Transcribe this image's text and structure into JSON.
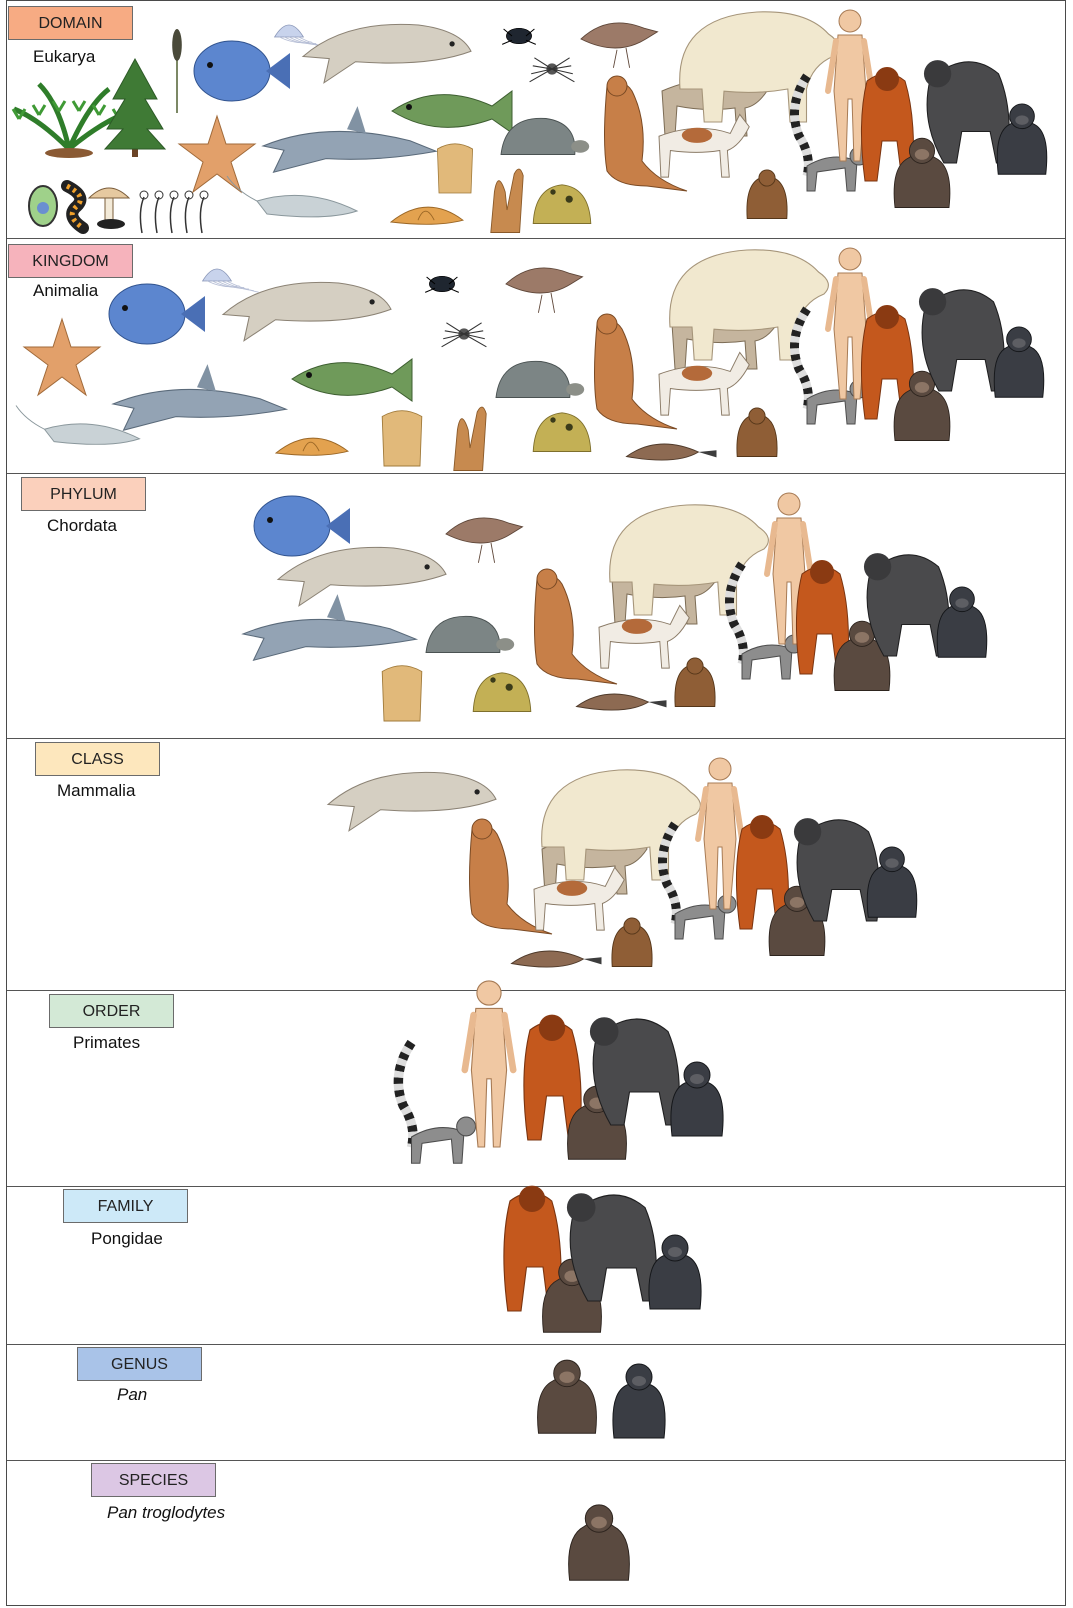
{
  "ranks": [
    {
      "id": "domain",
      "label": "DOMAIN",
      "taxon": "Eukarya",
      "italic": false,
      "color": "#f7ab83",
      "animals": [
        "fern",
        "conifer",
        "grass",
        "euglena",
        "centipede",
        "mushroom",
        "mold",
        "starfish",
        "fish",
        "jellyfish",
        "dolphin",
        "shark",
        "shrimp",
        "bass",
        "beetle",
        "spider",
        "snail",
        "sponge",
        "sponge2",
        "turtle",
        "frog",
        "bird",
        "kangaroo",
        "wolf",
        "dog",
        "bear",
        "beaver",
        "lemur",
        "human",
        "orangutan",
        "chimp",
        "gorilla",
        "bonobo"
      ]
    },
    {
      "id": "kingdom",
      "label": "KINGDOM",
      "taxon": "Animalia",
      "italic": false,
      "color": "#f6b3bc",
      "animals": [
        "starfish",
        "fish",
        "jellyfish",
        "dolphin",
        "shark",
        "shrimp",
        "bass",
        "beetle",
        "spider",
        "snail",
        "sponge",
        "sponge2",
        "turtle",
        "frog",
        "bird",
        "kangaroo",
        "platypus",
        "wolf",
        "dog",
        "bear",
        "beaver",
        "lemur",
        "human",
        "orangutan",
        "chimp",
        "gorilla",
        "bonobo"
      ]
    },
    {
      "id": "phylum",
      "label": "PHYLUM",
      "taxon": "Chordata",
      "italic": false,
      "color": "#fbd0bc",
      "animals": [
        "fish",
        "dolphin",
        "shark",
        "bird",
        "turtle",
        "sponge",
        "frog",
        "kangaroo",
        "platypus",
        "wolf",
        "dog",
        "bear",
        "beaver",
        "lemur",
        "human",
        "orangutan",
        "chimp",
        "gorilla",
        "bonobo"
      ]
    },
    {
      "id": "class",
      "label": "CLASS",
      "taxon": "Mammalia",
      "italic": false,
      "color": "#fde7bd",
      "animals": [
        "dolphin",
        "kangaroo",
        "platypus",
        "wolf",
        "dog",
        "bear",
        "beaver",
        "lemur",
        "human",
        "orangutan",
        "chimp",
        "gorilla",
        "bonobo"
      ]
    },
    {
      "id": "order",
      "label": "ORDER",
      "taxon": "Primates",
      "italic": false,
      "color": "#d3e9d6",
      "animals": [
        "lemur",
        "human",
        "orangutan",
        "chimp",
        "gorilla",
        "bonobo"
      ]
    },
    {
      "id": "family",
      "label": "FAMILY",
      "taxon": "Pongidae",
      "italic": false,
      "color": "#cde9f8",
      "animals": [
        "orangutan",
        "chimp",
        "gorilla",
        "bonobo"
      ]
    },
    {
      "id": "genus",
      "label": "GENUS",
      "taxon": "Pan",
      "italic": true,
      "color": "#a9c3e8",
      "animals": [
        "chimp",
        "bonobo"
      ]
    },
    {
      "id": "species",
      "label": "SPECIES",
      "taxon": "Pan troglodytes",
      "italic": true,
      "color": "#dcc7e4",
      "animals": [
        "chimp"
      ]
    }
  ]
}
